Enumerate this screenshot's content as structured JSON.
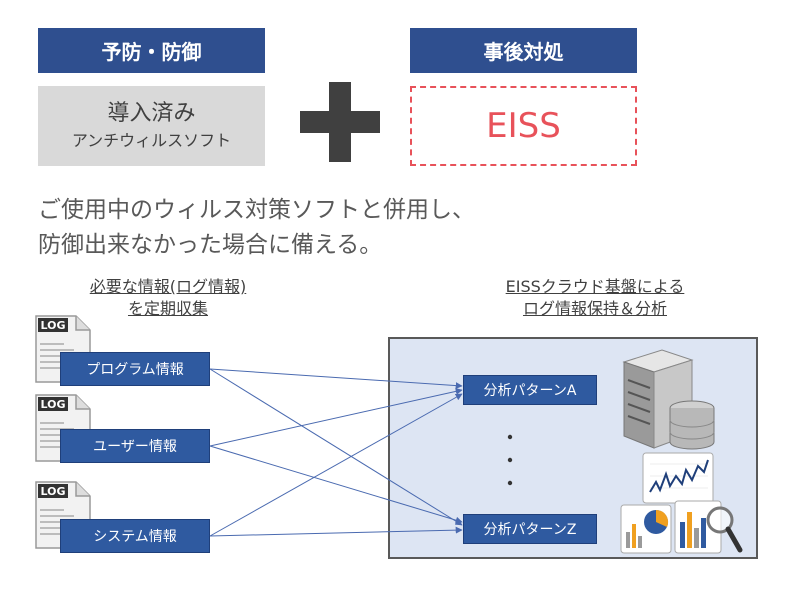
{
  "headers": {
    "left": "予防・防御",
    "right": "事後対処"
  },
  "left_box": {
    "line1": "導入済み",
    "line2": "アンチウィルスソフト"
  },
  "right_box": {
    "text": "EISS"
  },
  "message": {
    "line1": "ご使用中のウィルス対策ソフトと併用し、",
    "line2": "防御出来なかった場合に備える。"
  },
  "caption_left": {
    "line1": "必要な情報(ログ情報)",
    "line2": "を定期収集"
  },
  "caption_right": {
    "line1": "EISSクラウド基盤による",
    "line2": "ログ情報保持＆分析"
  },
  "log_label": "LOG",
  "info_items": [
    {
      "label": "プログラム情報"
    },
    {
      "label": "ユーザー情報"
    },
    {
      "label": "システム情報"
    }
  ],
  "patterns": [
    {
      "label": "分析パターンA"
    },
    {
      "label": "分析パターンZ"
    }
  ],
  "colors": {
    "header_bg": "#2f4f8f",
    "accent_red": "#e8525a",
    "button_bg": "#2f5aa0",
    "cloud_bg": "#dde5f3",
    "arrow": "#4a6ab0"
  },
  "icons": [
    "plus-icon",
    "log-document-icon",
    "server-icon",
    "database-icon",
    "line-chart-icon",
    "pie-chart-icon",
    "bar-chart-icon",
    "magnifier-icon"
  ]
}
